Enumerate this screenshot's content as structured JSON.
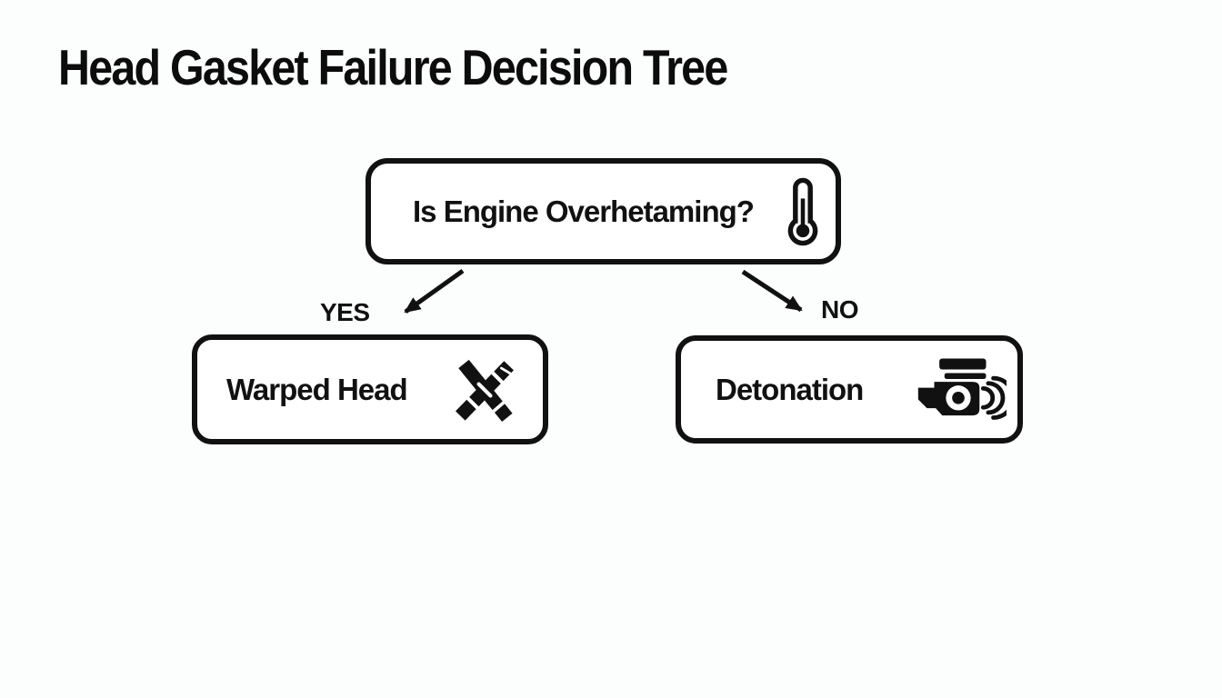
{
  "title": "Head Gasket Failure Decision Tree",
  "colors": {
    "ink": "#111111",
    "background": "#fcfdfd",
    "node_fill": "#ffffff"
  },
  "tree": {
    "root": {
      "label": "Is Engine Overhetaming?",
      "icon": "thermometer-icon"
    },
    "branches": [
      {
        "answer": "YES",
        "node": {
          "label": "Warped Head",
          "icon": "warped-twist-icon"
        }
      },
      {
        "answer": "NO",
        "node": {
          "label": "Detonation",
          "icon": "engine-knock-icon"
        }
      }
    ]
  }
}
